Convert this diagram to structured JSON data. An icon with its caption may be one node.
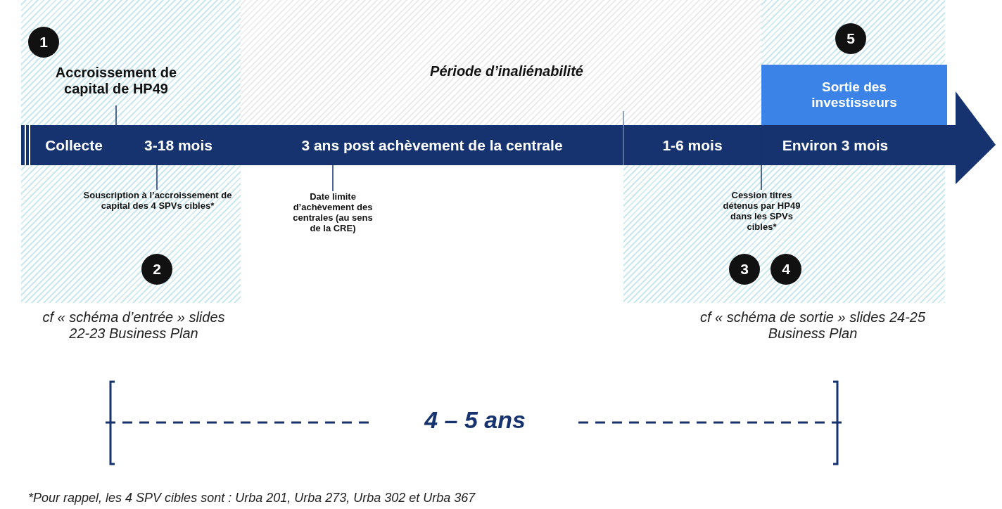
{
  "diagram": {
    "nodes": [
      {
        "text": [
          "Accroissement de capital de HP49"
        ]
      },
      {
        "text": [
          "Période d’inaliénabilité"
        ]
      },
      {
        "text": [
          "Sortie des investisseurs"
        ]
      },
      {
        "text": [
          "Collecte"
        ]
      },
      {
        "text": [
          "3-18 mois"
        ]
      },
      {
        "text": [
          "3 ans post achèvement de la centrale"
        ]
      },
      {
        "text": [
          "1-6 mois"
        ]
      },
      {
        "text": [
          "Environ 3 mois"
        ]
      },
      {
        "text": [
          "Souscription à l’accroissement de capital des 4 SPVs cibles*"
        ]
      },
      {
        "text": [
          "Date limite d’achèvement des centrales (au sens de la CRE)"
        ]
      },
      {
        "text": [
          "Cession titres détenus par HP49 dans les SPVs cibles*"
        ]
      },
      {
        "text": [
          "1"
        ]
      },
      {
        "text": [
          "2"
        ]
      },
      {
        "text": [
          "3"
        ]
      },
      {
        "text": [
          "4"
        ]
      },
      {
        "text": [
          "5"
        ]
      }
    ],
    "edges": [
      {
        "from": 0,
        "to": 3,
        "arrow": "none"
      },
      {
        "from": 8,
        "to": 4,
        "arrow": "none"
      },
      {
        "from": 9,
        "to": 5,
        "arrow": "none"
      },
      {
        "from": 10,
        "to": 2,
        "arrow": "none"
      }
    ],
    "labels": [
      "cf « schéma d’entrée » slides 22-23 Business Plan",
      "cf « schéma de sortie » slides 24-25 Business Plan",
      "4 – 5 ans",
      "*Pour rappel, les 4 SPV cibles sont : Urba 201, Urba 273, Urba 302 et Urba 367"
    ]
  }
}
